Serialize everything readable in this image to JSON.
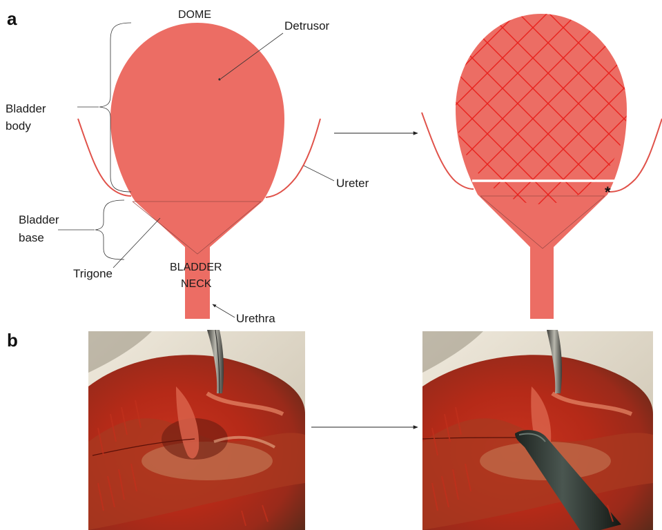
{
  "panels": {
    "a": "a",
    "b": "b"
  },
  "labels": {
    "dome": "DOME",
    "detrusor": "Detrusor",
    "bladder_body_1": "Bladder",
    "bladder_body_2": "body",
    "ureter": "Ureter",
    "bladder_base_1": "Bladder",
    "bladder_base_2": "base",
    "trigone": "Trigone",
    "bladder_neck_1": "BLADDER",
    "bladder_neck_2": "NECK",
    "urethra": "Urethra",
    "asterisk": "*"
  },
  "colors": {
    "bladder": "#ec6d64",
    "mesh": "#e8231f",
    "ureter": "#e0524a",
    "incision": "#ffffff"
  }
}
